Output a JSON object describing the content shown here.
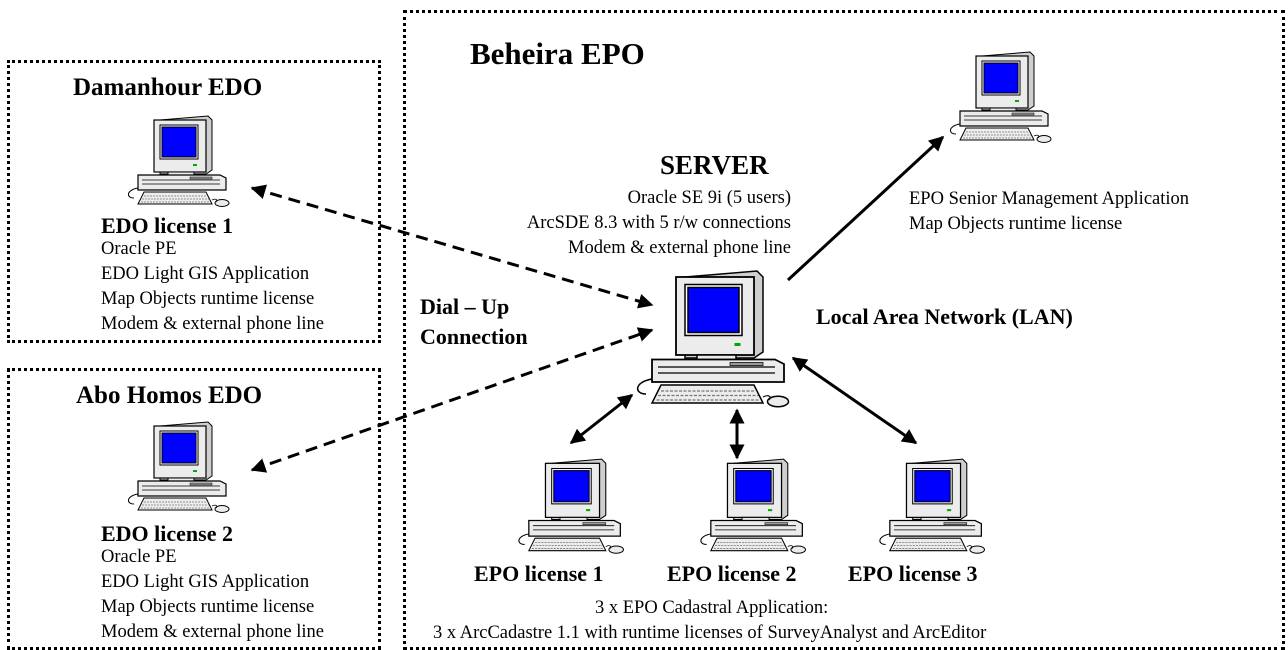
{
  "beheira": {
    "title": "Beheira EPO"
  },
  "damanhour": {
    "title": "Damanhour EDO",
    "license": "EDO license 1",
    "details": [
      "Oracle PE",
      "EDO Light GIS Application",
      "Map Objects runtime license",
      "Modem & external phone line"
    ]
  },
  "abohomos": {
    "title": "Abo Homos EDO",
    "license": "EDO license 2",
    "details": [
      "Oracle PE",
      "EDO Light GIS Application",
      "Map Objects runtime license",
      "Modem & external phone line"
    ]
  },
  "server": {
    "title": "SERVER",
    "details": [
      "Oracle SE 9i (5 users)",
      "ArcSDE 8.3 with 5 r/w connections",
      "Modem & external phone line"
    ]
  },
  "dialup": {
    "line1": "Dial – Up",
    "line2": "Connection"
  },
  "lan": {
    "label": "Local Area Network (LAN)"
  },
  "senior": {
    "details": [
      "EPO Senior Management Application",
      "Map Objects runtime license"
    ]
  },
  "epo_licenses": [
    "EPO license 1",
    "EPO license 2",
    "EPO license 3"
  ],
  "cadastral": {
    "line1": "3 x EPO Cadastral Application:",
    "line2": "3 x ArcCadastre 1.1 with runtime licenses of SurveyAnalyst and ArcEditor"
  },
  "colors": {
    "screen": "#0000ff",
    "case": "#ececec",
    "outline": "#000000"
  }
}
